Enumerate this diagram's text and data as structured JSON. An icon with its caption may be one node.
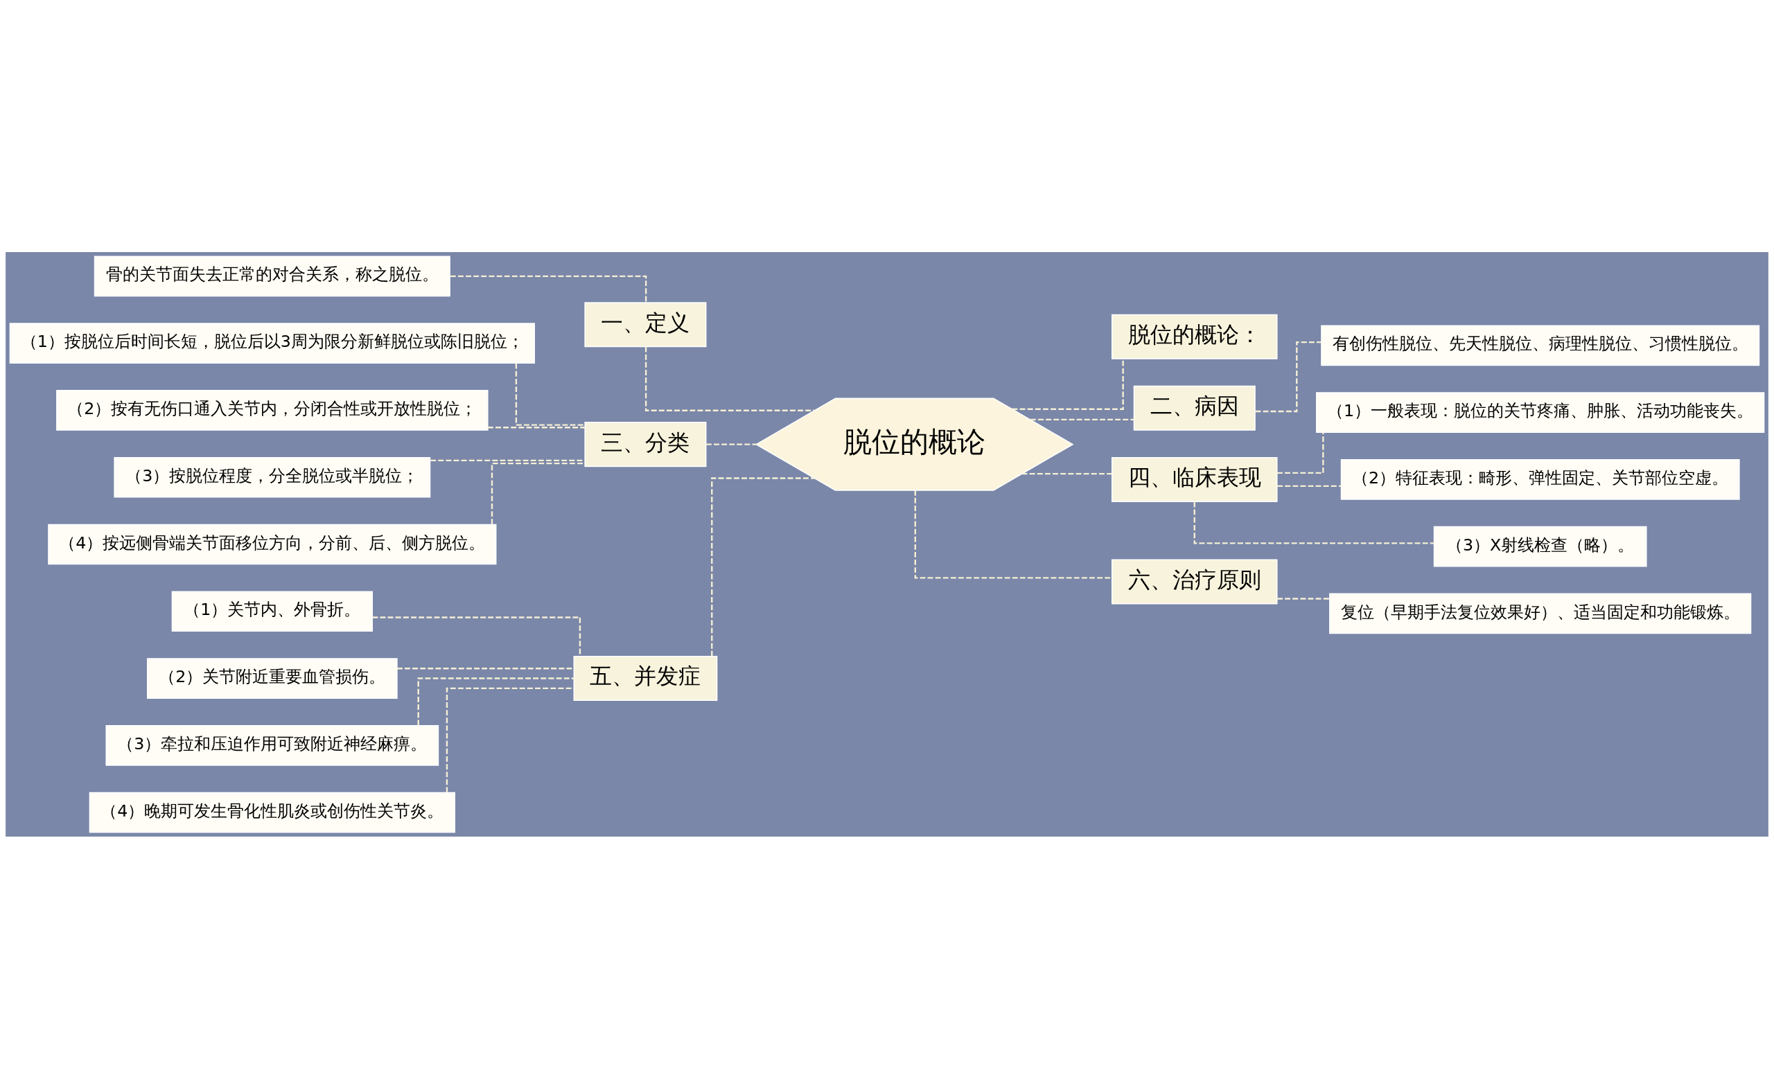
{
  "diagram": {
    "nodes": [
      {
        "text": [
          "脱位的概论"
        ]
      },
      {
        "text": [
          "一、定义"
        ]
      },
      {
        "text": [
          "骨的关节面失去正常的对合关系，称之脱位。"
        ]
      },
      {
        "text": [
          "三、分类"
        ]
      },
      {
        "text": [
          "（1）按脱位后时间长短，脱位后以3周为限分新鲜脱位或陈旧脱位；"
        ]
      },
      {
        "text": [
          "（2）按有无伤口通入关节内，分闭合性或开放性脱位；"
        ]
      },
      {
        "text": [
          "（3）按脱位程度，分全脱位或半脱位；"
        ]
      },
      {
        "text": [
          "（4）按远侧骨端关节面移位方向，分前、后、侧方脱位。"
        ]
      },
      {
        "text": [
          "五、并发症"
        ]
      },
      {
        "text": [
          "（1）关节内、外骨折。"
        ]
      },
      {
        "text": [
          "（2）关节附近重要血管损伤。"
        ]
      },
      {
        "text": [
          "（3）牵拉和压迫作用可致附近神经麻痹。"
        ]
      },
      {
        "text": [
          "（4）晚期可发生骨化性肌炎或创伤性关节炎。"
        ]
      },
      {
        "text": [
          "脱位的概论："
        ]
      },
      {
        "text": [
          "二、病因"
        ]
      },
      {
        "text": [
          "有创伤性脱位、先天性脱位、病理性脱位、习惯性脱位。"
        ]
      },
      {
        "text": [
          "四、临床表现"
        ]
      },
      {
        "text": [
          "（1）一般表现：脱位的关节疼痛、肿胀、活动功能丧失。"
        ]
      },
      {
        "text": [
          "（2）特征表现：畸形、弹性固定、关节部位空虚。"
        ]
      },
      {
        "text": [
          "（3）X射线检查（略）。"
        ]
      },
      {
        "text": [
          "六、治疗原则"
        ]
      },
      {
        "text": [
          "复位（早期手法复位效果好）、适当固定和功能锻炼。"
        ]
      }
    ],
    "edges": [
      {
        "from": 0,
        "to": 1,
        "arrow": "none",
        "style": "dashed"
      },
      {
        "from": 1,
        "to": 2,
        "arrow": "none",
        "style": "dashed"
      },
      {
        "from": 0,
        "to": 3,
        "arrow": "none",
        "style": "dashed"
      },
      {
        "from": 3,
        "to": 4,
        "arrow": "none",
        "style": "dashed"
      },
      {
        "from": 3,
        "to": 5,
        "arrow": "none",
        "style": "dashed"
      },
      {
        "from": 3,
        "to": 6,
        "arrow": "none",
        "style": "dashed"
      },
      {
        "from": 3,
        "to": 7,
        "arrow": "none",
        "style": "dashed"
      },
      {
        "from": 0,
        "to": 8,
        "arrow": "none",
        "style": "dashed"
      },
      {
        "from": 8,
        "to": 9,
        "arrow": "none",
        "style": "dashed"
      },
      {
        "from": 8,
        "to": 10,
        "arrow": "none",
        "style": "dashed"
      },
      {
        "from": 8,
        "to": 11,
        "arrow": "none",
        "style": "dashed"
      },
      {
        "from": 8,
        "to": 12,
        "arrow": "none",
        "style": "dashed"
      },
      {
        "from": 0,
        "to": 13,
        "arrow": "none",
        "style": "dashed"
      },
      {
        "from": 0,
        "to": 14,
        "arrow": "none",
        "style": "dashed"
      },
      {
        "from": 14,
        "to": 15,
        "arrow": "none",
        "style": "dashed"
      },
      {
        "from": 0,
        "to": 16,
        "arrow": "none",
        "style": "dashed"
      },
      {
        "from": 16,
        "to": 17,
        "arrow": "none",
        "style": "dashed"
      },
      {
        "from": 16,
        "to": 18,
        "arrow": "none",
        "style": "dashed"
      },
      {
        "from": 16,
        "to": 19,
        "arrow": "none",
        "style": "dashed"
      },
      {
        "from": 0,
        "to": 20,
        "arrow": "none",
        "style": "dashed"
      },
      {
        "from": 20,
        "to": 21,
        "arrow": "none",
        "style": "dashed"
      }
    ]
  }
}
